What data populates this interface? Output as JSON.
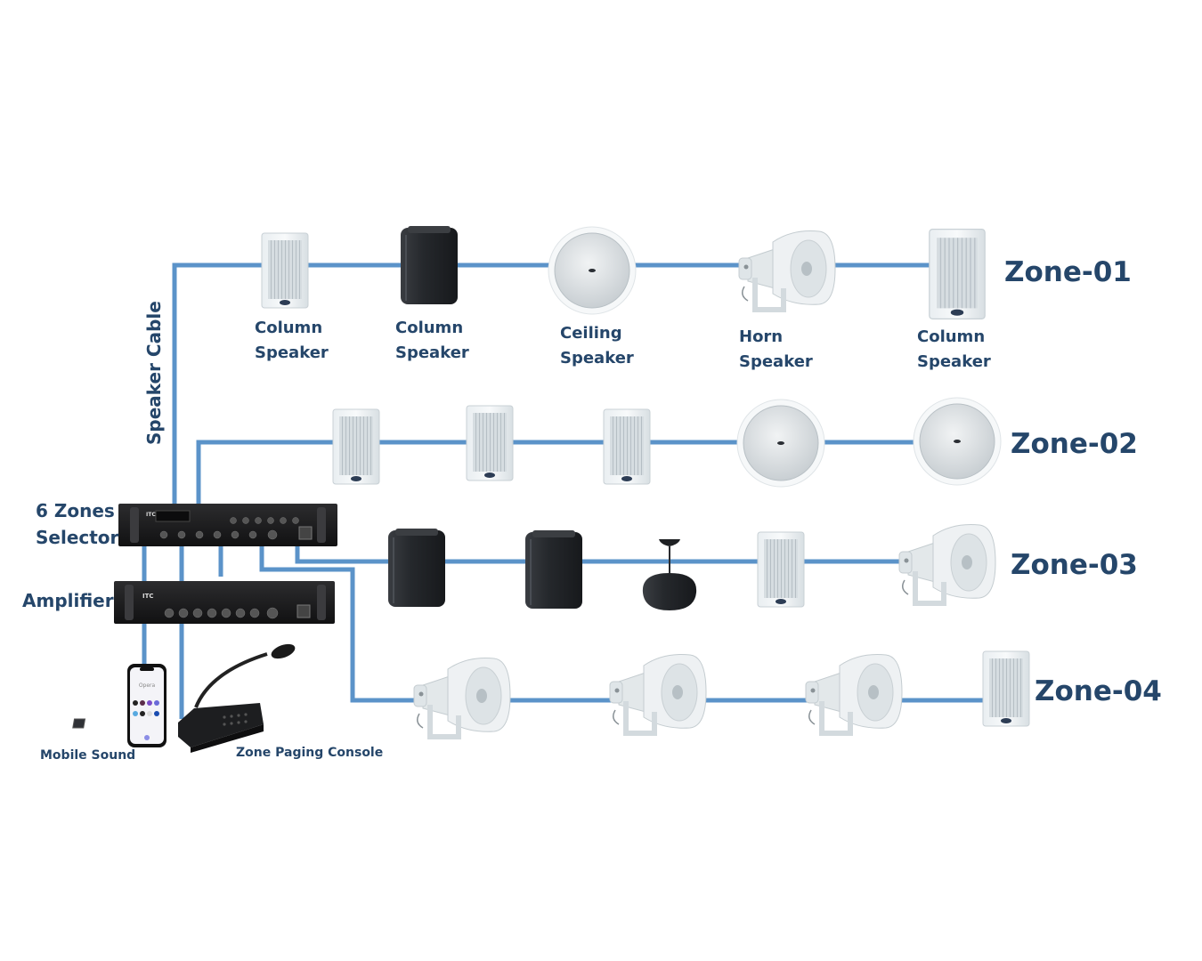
{
  "diagram": {
    "cable_label": "Speaker Cable",
    "colors": {
      "cable": "#5b93c9",
      "text": "#25466a"
    },
    "devices": {
      "selector": "6 Zones Selector",
      "selector_line1": "6 Zones",
      "selector_line2": "Selector",
      "amplifier": "Amplifier",
      "mobile": "Mobile Sound",
      "paging_console": "Zone Paging Console",
      "phone_app_title": "Opera"
    },
    "zones": [
      {
        "name": "Zone-01",
        "speakers": [
          {
            "type": "column-white",
            "label_line1": "Column",
            "label_line2": "Speaker"
          },
          {
            "type": "box-black",
            "label_line1": "Column",
            "label_line2": "Speaker"
          },
          {
            "type": "ceiling",
            "label_line1": "Ceiling",
            "label_line2": "Speaker"
          },
          {
            "type": "horn",
            "label_line1": "Horn",
            "label_line2": "Speaker"
          },
          {
            "type": "column-white",
            "label_line1": "Column",
            "label_line2": "Speaker"
          }
        ]
      },
      {
        "name": "Zone-02",
        "speakers": [
          {
            "type": "column-white"
          },
          {
            "type": "column-white"
          },
          {
            "type": "column-white"
          },
          {
            "type": "ceiling"
          },
          {
            "type": "ceiling"
          }
        ]
      },
      {
        "name": "Zone-03",
        "speakers": [
          {
            "type": "box-black"
          },
          {
            "type": "box-black"
          },
          {
            "type": "pendant"
          },
          {
            "type": "column-white"
          },
          {
            "type": "horn"
          }
        ]
      },
      {
        "name": "Zone-04",
        "speakers": [
          {
            "type": "horn"
          },
          {
            "type": "horn"
          },
          {
            "type": "horn"
          },
          {
            "type": "column-white"
          }
        ]
      }
    ]
  }
}
